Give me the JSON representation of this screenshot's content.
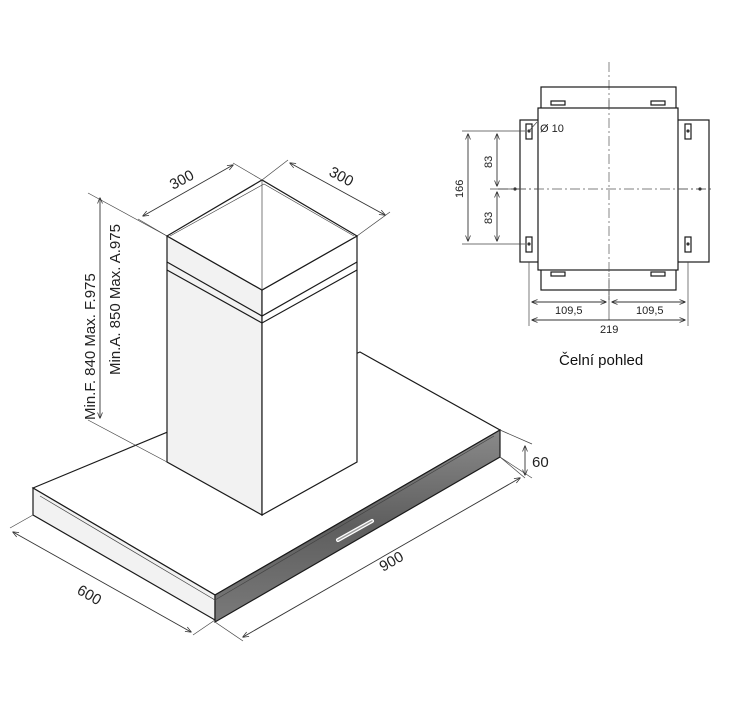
{
  "hood_dimensions": {
    "chimney_width": "300",
    "chimney_depth": "300",
    "height_range_F": "Min.F. 840 Max. F.975",
    "height_range_A": "Min.A. 850  Max. A.975",
    "canopy_height": "60",
    "canopy_width": "900",
    "canopy_depth": "600"
  },
  "front_view": {
    "hole_diameter": "Ø 10",
    "vertical_total": "166",
    "vertical_upper": "83",
    "vertical_lower": "83",
    "horizontal_left": "109,5",
    "horizontal_right": "109,5",
    "horizontal_total": "219",
    "caption": "Čelní pohled"
  }
}
